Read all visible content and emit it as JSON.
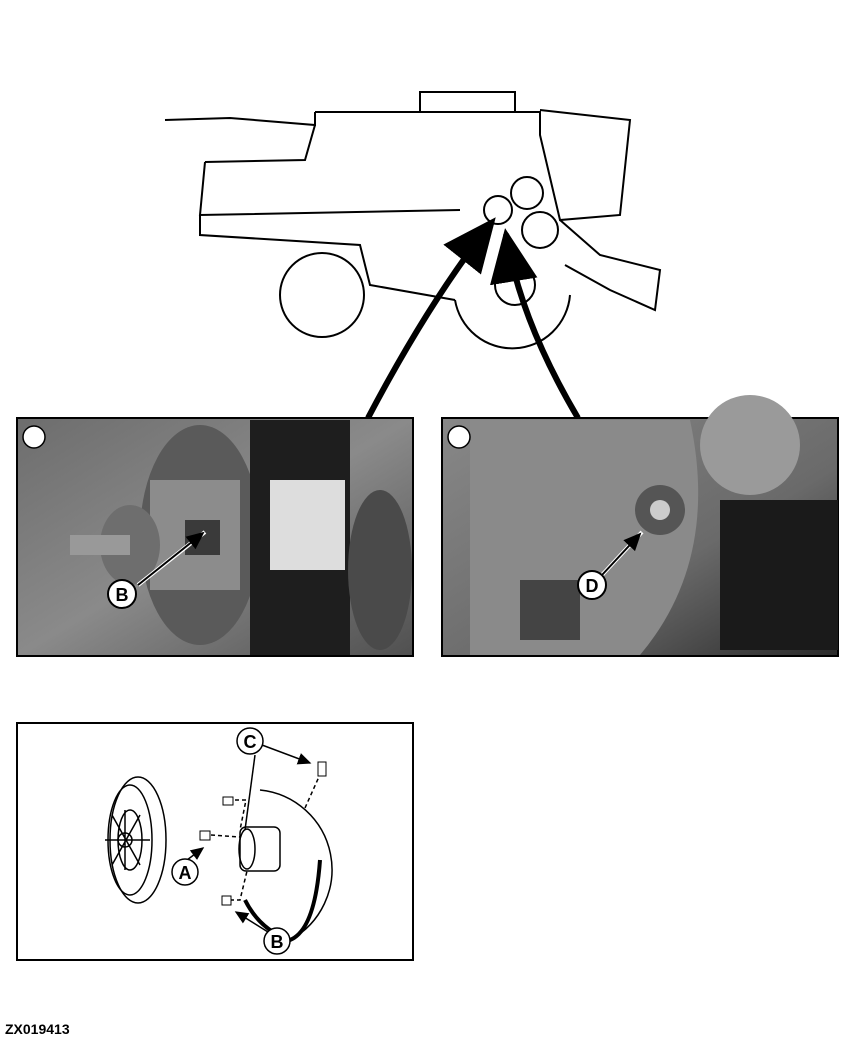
{
  "figure_id": "ZX019413",
  "callouts": {
    "photo_left": "B",
    "photo_right": "D",
    "exploded": {
      "a": "A",
      "b": "B",
      "c": "C"
    }
  },
  "icons": {
    "photo_badge": "lubrication-gun-icon"
  },
  "colors": {
    "ink": "#000000",
    "photo_tone": "#7a7a7a"
  }
}
